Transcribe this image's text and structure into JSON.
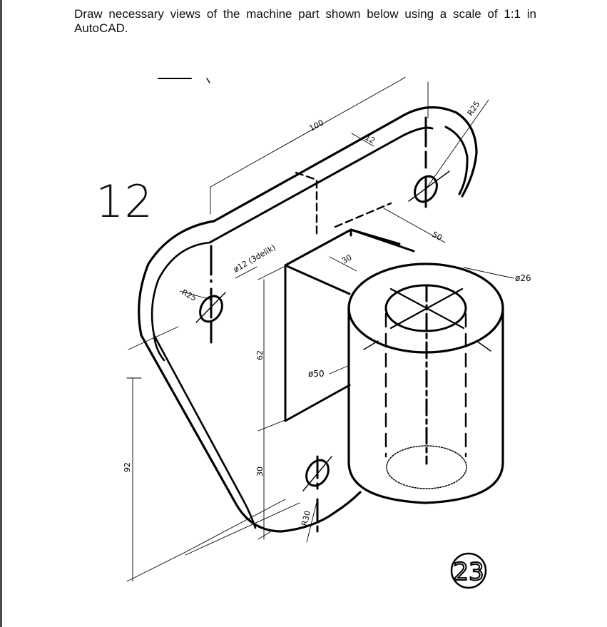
{
  "instruction": "Draw necessary views of the machine part shown below using a scale of 1:1 in AutoCAD.",
  "exercise_number": "12",
  "sheet_badge": "23",
  "dimensions": {
    "plate_length": "100",
    "slot_width": "12",
    "corner_radius_top": "R25",
    "hole_spacing": "50",
    "bore_diameter": "ø26",
    "hole_note": "ø12 (3delik)",
    "corner_radius_left": "R25",
    "boss_width": "30",
    "boss_height": "62",
    "cylinder_diameter": "ø50",
    "overall_height": "92",
    "lower_height": "30",
    "bottom_radius": "R30"
  }
}
